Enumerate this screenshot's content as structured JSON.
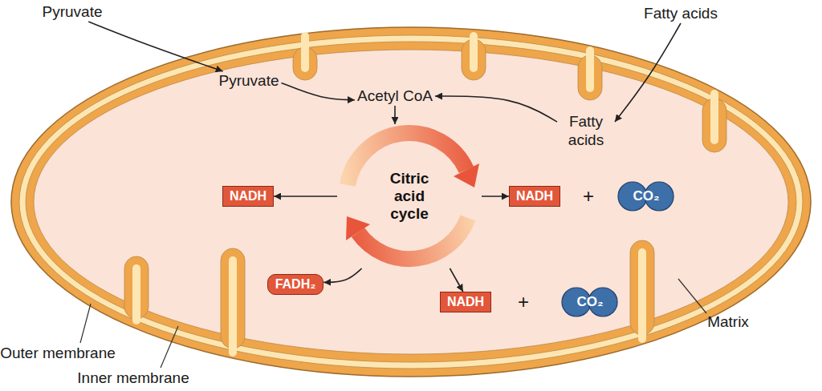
{
  "diagram": {
    "nodes": [
      {
        "text": [
          "Pyruvate"
        ]
      },
      {
        "text": [
          "Fatty acids"
        ]
      },
      {
        "text": [
          "Pyruvate"
        ]
      },
      {
        "text": [
          "Acetyl CoA"
        ]
      },
      {
        "text": [
          "Fatty acids"
        ]
      },
      {
        "text": [
          "Citric acid cycle"
        ]
      },
      {
        "text": [
          "NADH"
        ]
      },
      {
        "text": [
          "NADH"
        ]
      },
      {
        "text": [
          "CO₂"
        ]
      },
      {
        "text": [
          "FADH₂"
        ]
      },
      {
        "text": [
          "NADH"
        ]
      },
      {
        "text": [
          "CO₂"
        ]
      }
    ],
    "edges": [
      {
        "from": 0,
        "to": 2,
        "arrow": "to"
      },
      {
        "from": 1,
        "to": 4,
        "arrow": "to"
      },
      {
        "from": 2,
        "to": 3,
        "arrow": "to"
      },
      {
        "from": 4,
        "to": 3,
        "arrow": "to"
      },
      {
        "from": 3,
        "to": 5,
        "arrow": "to"
      },
      {
        "from": 5,
        "to": 6,
        "arrow": "to"
      },
      {
        "from": 5,
        "to": 7,
        "arrow": "to"
      },
      {
        "from": 5,
        "to": 9,
        "arrow": "to"
      },
      {
        "from": 5,
        "to": 10,
        "arrow": "to"
      }
    ],
    "labels": [
      "+",
      "+",
      "Outer membrane",
      "Inner membrane",
      "Matrix"
    ]
  }
}
